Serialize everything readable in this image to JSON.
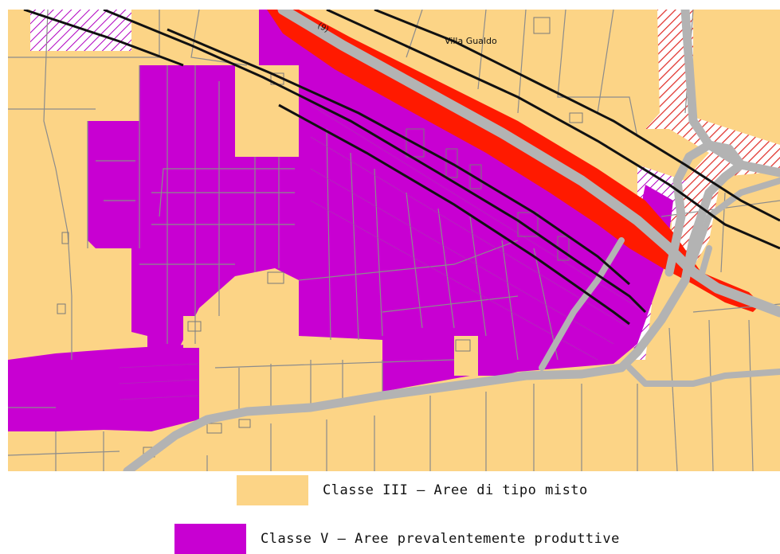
{
  "map": {
    "place_label": "Villa Gualdo",
    "road_label": "(9)",
    "colors": {
      "mixed": "#fcd486",
      "productive": "#c800d2",
      "buffer_red": "#ff1a00",
      "road": "#b3b3b3",
      "parcel_line": "#8c8c8c",
      "rail": "#111111",
      "hatch_red": "#e0302a",
      "hatch_purple": "#b000c0"
    }
  },
  "legend": {
    "items": [
      {
        "label": "Classe III – Aree di tipo misto",
        "color": "#fcd486"
      },
      {
        "label": "Classe V – Aree prevalentemente produttive",
        "color": "#c800d2"
      }
    ]
  }
}
